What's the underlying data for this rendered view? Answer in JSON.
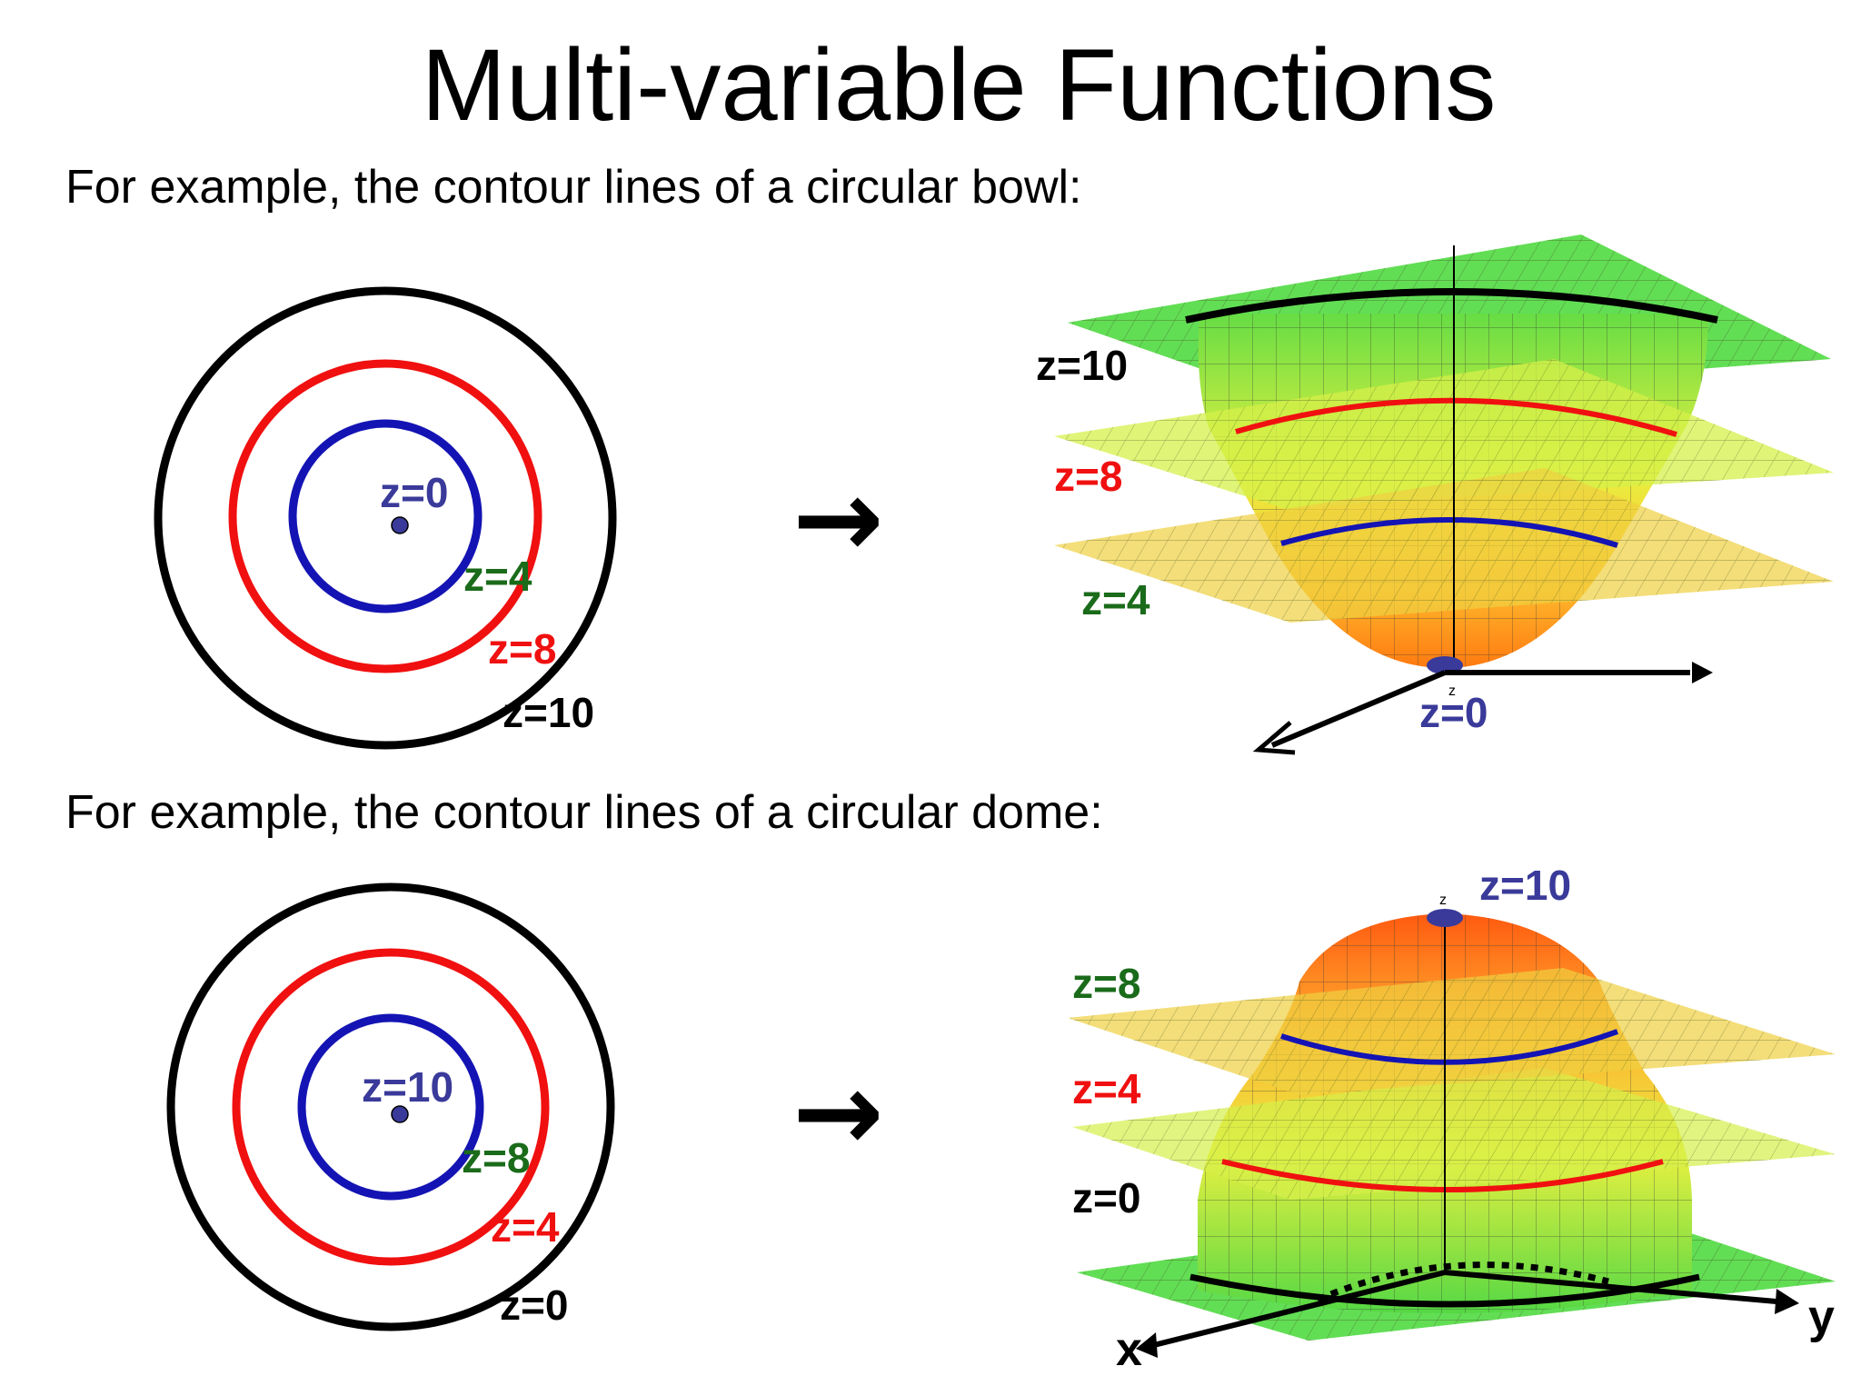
{
  "title": "Multi-variable Functions",
  "bowl": {
    "caption": "For example, the contour lines of a circular bowl:",
    "contour_labels": {
      "inner": "z=0",
      "blue": "z=4",
      "red": "z=8",
      "black": "z=10"
    },
    "surface_labels": {
      "top": "z=10",
      "middle": "z=8",
      "lower": "z=4",
      "bottom": "z=0"
    },
    "axis_z": "z"
  },
  "dome": {
    "caption": "For example, the contour lines of a circular dome:",
    "contour_labels": {
      "inner": "z=10",
      "blue": "z=8",
      "red": "z=4",
      "black": "z=0"
    },
    "surface_labels": {
      "top": "z=10",
      "upper": "z=8",
      "middle": "z=4",
      "bottom": "z=0"
    },
    "axis_x": "x",
    "axis_y": "y",
    "axis_z": "z"
  },
  "arrow_glyph": "→",
  "colors": {
    "black": "#000000",
    "red": "#f01010",
    "blue": "#1414b4",
    "green": "#1a6b1a",
    "navy": "#3a3a9a"
  }
}
